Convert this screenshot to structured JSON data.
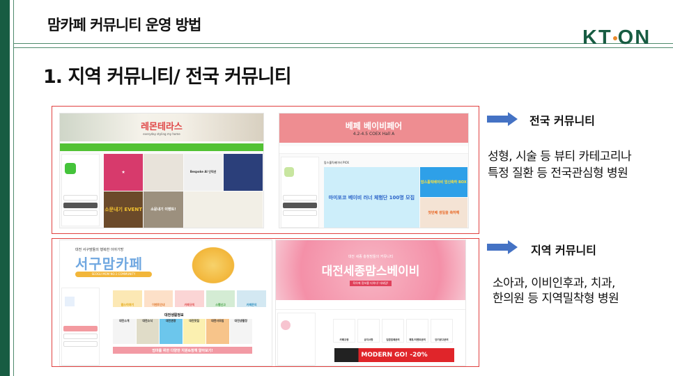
{
  "slide": {
    "title": "맘카페 커뮤니티 운영 방법",
    "logo": {
      "left": "KT",
      "right": "ON",
      "text": "KTON",
      "color": "#175c42",
      "dot_color": "#e98a2c"
    },
    "heading": "1. 지역 커뮤니티/ 전국 커뮤니티"
  },
  "national": {
    "label": "전국 커뮤니티",
    "desc_lines": [
      "성형, 시술 등 뷰티 카테고리나",
      "특정 질환 등 전국관심형 병원"
    ],
    "screens": [
      {
        "cafe_name": "레몬테라스",
        "tagline": "everyday styling my home",
        "tiles": [
          "소문내기 EVENT",
          "소문내기 이벤트!",
          "Bespoke AI 인덕션"
        ]
      },
      {
        "cafe_name": "베페 베이비페어",
        "subtitle": "4.2-4.5 COEX Hall A",
        "section": "맘스홀릭베이비 PICK",
        "tiles": [
          "마미포코 베이비 러너 체험단 100명 모집",
          "맘스홀릭베이비 임신축하 BOX",
          "첫번째 생일을 축하해"
        ]
      }
    ]
  },
  "regional": {
    "label": "지역 커뮤니티",
    "desc_lines": [
      "소아과, 이비인후과, 치과,",
      "한의원 등 지역밀착형 병원"
    ],
    "screens": [
      {
        "cafe_name": "서구맘카페",
        "tagline": "대전 서구맘들의 행복한 이야기방",
        "badge": "SEOGU MOM NO.1 COMMUNITY",
        "menu": [
          "맘스이야기",
          "이벤트안내",
          "카페규칙",
          "스팸신고",
          "카페문의"
        ],
        "section": "대전생활정보",
        "tiles": [
          "대전소개",
          "대전소식",
          "대전관광",
          "대전맛집",
          "대전사모임",
          "대전생활정"
        ],
        "promo": "엄마를 위한 다양한 지원&정책 알아보기!"
      },
      {
        "cafe_name": "대전세종맘스베이비",
        "tagline": "대전 세종 충청맘들의 커뮤니티",
        "slogan": "육아에 정보를 더하다! 대세맘!",
        "icons": [
          "카페규정",
          "공지사항",
          "임원업체문의",
          "제휴/이벤트문의",
          "단기광고문의"
        ],
        "ad": "MODERN GO! -20%"
      }
    ]
  },
  "colors": {
    "frame": "#e0403f",
    "arrow": "#4472c4",
    "accent_green": "#175c42"
  }
}
